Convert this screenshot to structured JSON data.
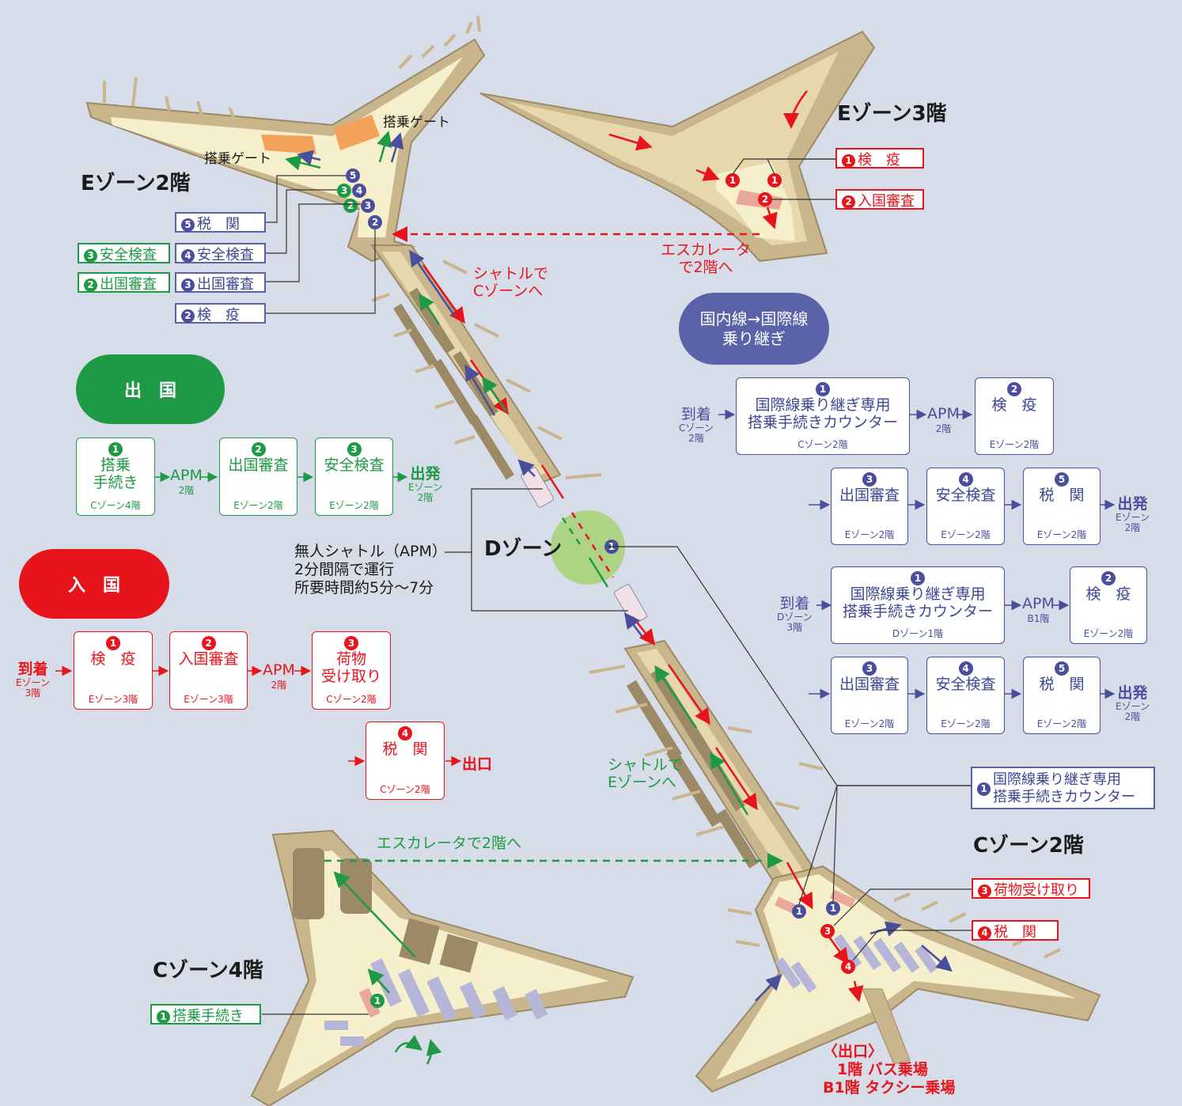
{
  "zones": {
    "e2": "Eゾーン2階",
    "e3": "Eゾーン3階",
    "c2": "Cゾーン2階",
    "c4": "Cゾーン4階",
    "d": "Dゾーン"
  },
  "gates": {
    "gate_a": "搭乗ゲート",
    "gate_b": "搭乗ゲート"
  },
  "map_notes": {
    "shuttle_to_c": [
      "シャトルで",
      "Cゾーンへ"
    ],
    "shuttle_to_e": [
      "シャトルで",
      "Eゾーンへ"
    ],
    "escalator_e": [
      "エスカレータ",
      "で2階へ"
    ],
    "escalator_c": "エスカレータで2階へ",
    "apm": [
      "無人シャトル（APM）",
      "2分間隔で運行",
      "所要時間約5分～7分"
    ],
    "exit": [
      "〈出口〉",
      "1階 バス乗場",
      "B1階 タクシー乗場"
    ]
  },
  "labels": {
    "e2_customs": {
      "num": "5",
      "text": "税　関"
    },
    "e2_security_dep": {
      "num": "3",
      "text": "安全検査"
    },
    "e2_security_tr": {
      "num": "4",
      "text": "安全検査"
    },
    "e2_emig_dep": {
      "num": "2",
      "text": "出国審査"
    },
    "e2_emig_tr": {
      "num": "3",
      "text": "出国審査"
    },
    "e2_quarantine": {
      "num": "2",
      "text": "検　疫"
    },
    "e3_quarantine": {
      "num": "1",
      "text": "検　疫"
    },
    "e3_immigration": {
      "num": "2",
      "text": "入国審査"
    },
    "c2_transfer": {
      "num": "1",
      "text": [
        "国際線乗り継ぎ専用",
        "搭乗手続きカウンター"
      ]
    },
    "c2_baggage": {
      "num": "3",
      "text": "荷物受け取り"
    },
    "c2_customs": {
      "num": "4",
      "text": "税　関"
    },
    "c4_checkin": {
      "num": "1",
      "text": "搭乗手続き"
    }
  },
  "departure": {
    "title": "出　国",
    "steps": [
      {
        "num": "1",
        "text": [
          "搭乗",
          "手続き"
        ],
        "sub": "Cゾーン4階"
      },
      {
        "num": "2",
        "text": [
          "出国審査"
        ],
        "sub": "Eゾーン2階"
      },
      {
        "num": "3",
        "text": [
          "安全検査"
        ],
        "sub": "Eゾーン2階"
      }
    ],
    "apm": "APM",
    "apm_floor": "2階",
    "dest": "出発",
    "dest_sub": [
      "Eゾーン",
      "2階"
    ]
  },
  "arrival": {
    "title": "入　国",
    "start": "到着",
    "start_sub": [
      "Eゾーン",
      "3階"
    ],
    "steps": [
      {
        "num": "1",
        "text": [
          "検　疫"
        ],
        "sub": "Eゾーン3階"
      },
      {
        "num": "2",
        "text": [
          "入国審査"
        ],
        "sub": "Eゾーン3階"
      },
      {
        "num": "3",
        "text": [
          "荷物",
          "受け取り"
        ],
        "sub": "Cゾーン2階"
      },
      {
        "num": "4",
        "text": [
          "税　関"
        ],
        "sub": "Cゾーン2階"
      }
    ],
    "apm": "APM",
    "apm_floor": "2階",
    "exit": "出口"
  },
  "transfer": {
    "title": [
      "国内線→国際線",
      "乗り継ぎ"
    ],
    "route_c": {
      "start": "到着",
      "start_sub": [
        "Cゾーン",
        "2階"
      ],
      "steps": [
        {
          "num": "1",
          "text": [
            "国際線乗り継ぎ専用",
            "搭乗手続きカウンター"
          ],
          "sub": "Cゾーン2階"
        },
        {
          "num": "2",
          "text": [
            "検　疫"
          ],
          "sub": "Eゾーン2階"
        },
        {
          "num": "3",
          "text": [
            "出国審査"
          ],
          "sub": "Eゾーン2階"
        },
        {
          "num": "4",
          "text": [
            "安全検査"
          ],
          "sub": "Eゾーン2階"
        },
        {
          "num": "5",
          "text": [
            "税　関"
          ],
          "sub": "Eゾーン2階"
        }
      ],
      "apm": "APM",
      "apm_floor": "2階",
      "dest": "出発",
      "dest_sub": [
        "Eゾーン",
        "2階"
      ]
    },
    "route_d": {
      "start": "到着",
      "start_sub": [
        "Dゾーン",
        "3階"
      ],
      "steps": [
        {
          "num": "1",
          "text": [
            "国際線乗り継ぎ専用",
            "搭乗手続きカウンター"
          ],
          "sub": "Dゾーン1階"
        },
        {
          "num": "2",
          "text": [
            "検　疫"
          ],
          "sub": "Eゾーン2階"
        },
        {
          "num": "3",
          "text": [
            "出国審査"
          ],
          "sub": "Eゾーン2階"
        },
        {
          "num": "4",
          "text": [
            "安全検査"
          ],
          "sub": "Eゾーン2階"
        },
        {
          "num": "5",
          "text": [
            "税　関"
          ],
          "sub": "Eゾーン2階"
        }
      ],
      "apm": "APM",
      "apm_floor": "B1階",
      "dest": "出発",
      "dest_sub": [
        "Eゾーン",
        "2階"
      ]
    }
  },
  "colors": {
    "departure": "#1e9a46",
    "arrival": "#e8141c",
    "transfer": "#4a4f9c",
    "floor": "#f6efcb",
    "wall": "#c9b68d",
    "shade": "#9c8a66",
    "gate_block": "#f2a25a",
    "d_zone": "#a9d37a"
  }
}
